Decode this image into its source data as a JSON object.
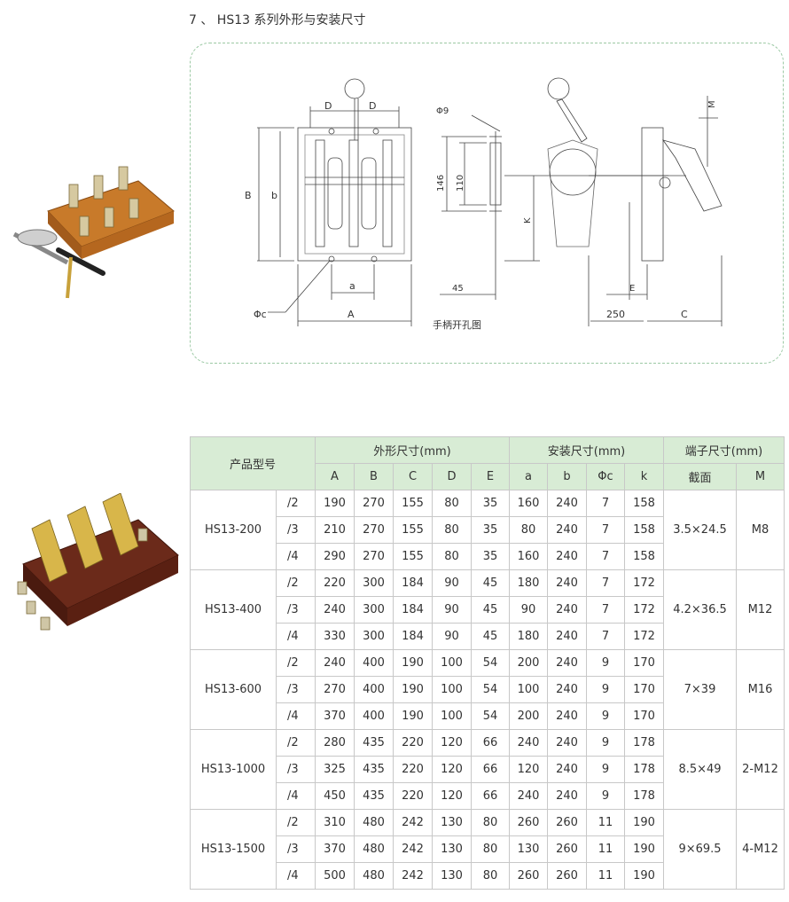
{
  "heading": "7 、 HS13 系列外形与安装尺寸",
  "drawing": {
    "labels": {
      "D_left": "D",
      "D_right": "D",
      "B": "B",
      "b": "b",
      "a": "a",
      "A": "A",
      "phi_c": "Φc",
      "phi9": "Φ9",
      "h146": "146",
      "h110": "110",
      "K": "K",
      "w45": "45",
      "M": "M",
      "E": "E",
      "w250": "250",
      "C": "C"
    },
    "caption": "手柄开孔图"
  },
  "table": {
    "headers": {
      "model": "产品型号",
      "outer": "外形尺寸(mm)",
      "install": "安装尺寸(mm)",
      "terminal": "端子尺寸(mm)"
    },
    "subheaders": [
      "A",
      "B",
      "C",
      "D",
      "E",
      "a",
      "b",
      "Φc",
      "k",
      "截面",
      "M"
    ],
    "groups": [
      {
        "model": "HS13-200",
        "section": "3.5×24.5",
        "m": "M8",
        "rows": [
          {
            "pole": "/2",
            "vals": [
              "190",
              "270",
              "155",
              "80",
              "35",
              "160",
              "240",
              "7",
              "158"
            ]
          },
          {
            "pole": "/3",
            "vals": [
              "210",
              "270",
              "155",
              "80",
              "35",
              "80",
              "240",
              "7",
              "158"
            ]
          },
          {
            "pole": "/4",
            "vals": [
              "290",
              "270",
              "155",
              "80",
              "35",
              "160",
              "240",
              "7",
              "158"
            ]
          }
        ]
      },
      {
        "model": "HS13-400",
        "section": "4.2×36.5",
        "m": "M12",
        "rows": [
          {
            "pole": "/2",
            "vals": [
              "220",
              "300",
              "184",
              "90",
              "45",
              "180",
              "240",
              "7",
              "172"
            ]
          },
          {
            "pole": "/3",
            "vals": [
              "240",
              "300",
              "184",
              "90",
              "45",
              "90",
              "240",
              "7",
              "172"
            ]
          },
          {
            "pole": "/4",
            "vals": [
              "330",
              "300",
              "184",
              "90",
              "45",
              "180",
              "240",
              "7",
              "172"
            ]
          }
        ]
      },
      {
        "model": "HS13-600",
        "section": "7×39",
        "m": "M16",
        "rows": [
          {
            "pole": "/2",
            "vals": [
              "240",
              "400",
              "190",
              "100",
              "54",
              "200",
              "240",
              "9",
              "170"
            ]
          },
          {
            "pole": "/3",
            "vals": [
              "270",
              "400",
              "190",
              "100",
              "54",
              "100",
              "240",
              "9",
              "170"
            ]
          },
          {
            "pole": "/4",
            "vals": [
              "370",
              "400",
              "190",
              "100",
              "54",
              "200",
              "240",
              "9",
              "170"
            ]
          }
        ]
      },
      {
        "model": "HS13-1000",
        "section": "8.5×49",
        "m": "2-M12",
        "rows": [
          {
            "pole": "/2",
            "vals": [
              "280",
              "435",
              "220",
              "120",
              "66",
              "240",
              "240",
              "9",
              "178"
            ]
          },
          {
            "pole": "/3",
            "vals": [
              "325",
              "435",
              "220",
              "120",
              "66",
              "120",
              "240",
              "9",
              "178"
            ]
          },
          {
            "pole": "/4",
            "vals": [
              "450",
              "435",
              "220",
              "120",
              "66",
              "240",
              "240",
              "9",
              "178"
            ]
          }
        ]
      },
      {
        "model": "HS13-1500",
        "section": "9×69.5",
        "m": "4-M12",
        "rows": [
          {
            "pole": "/2",
            "vals": [
              "310",
              "480",
              "242",
              "130",
              "80",
              "260",
              "260",
              "11",
              "190"
            ]
          },
          {
            "pole": "/3",
            "vals": [
              "370",
              "480",
              "242",
              "130",
              "80",
              "130",
              "260",
              "11",
              "190"
            ]
          },
          {
            "pole": "/4",
            "vals": [
              "500",
              "480",
              "242",
              "130",
              "80",
              "260",
              "260",
              "11",
              "190"
            ]
          }
        ]
      }
    ]
  }
}
